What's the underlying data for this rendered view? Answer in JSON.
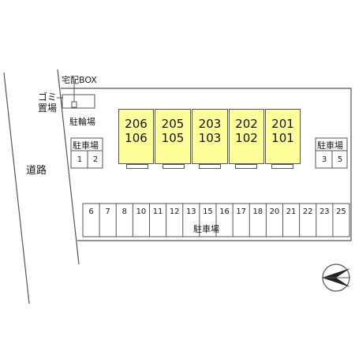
{
  "labels": {
    "delivery_box": "宅配BOX",
    "garbage_line1": "ゴミ",
    "garbage_line2": "置場",
    "bicycle_parking": "駐輪場",
    "parking_left": "駐車場",
    "parking_right": "駐車場",
    "parking_bottom": "駐車場",
    "road": "道路"
  },
  "units": [
    {
      "upper": "206",
      "lower": "106"
    },
    {
      "upper": "205",
      "lower": "105"
    },
    {
      "upper": "203",
      "lower": "103"
    },
    {
      "upper": "202",
      "lower": "102"
    },
    {
      "upper": "201",
      "lower": "101"
    }
  ],
  "parking_left_stalls": [
    "1",
    "2"
  ],
  "parking_right_stalls": [
    "3",
    "5"
  ],
  "parking_bottom_stalls": [
    "6",
    "7",
    "8",
    "10",
    "11",
    "12",
    "13",
    "15",
    "16",
    "17",
    "18",
    "20",
    "21",
    "22",
    "23",
    "25"
  ],
  "colors": {
    "building_fill": "#ffff99",
    "line": "#555555"
  },
  "compass_icon": "north-arrow-icon"
}
